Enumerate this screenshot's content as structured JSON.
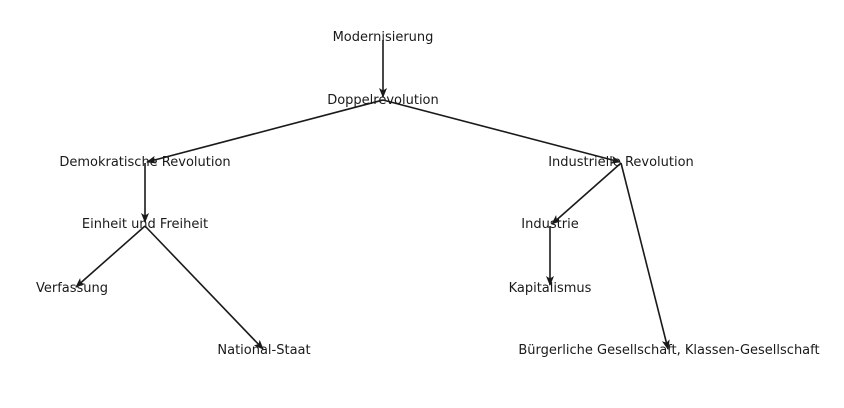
{
  "nodes": [
    {
      "id": "modernisierung",
      "label": "Modernisierung"
    },
    {
      "id": "doppelrevolution",
      "label": "Doppelrevolution"
    },
    {
      "id": "demokratische",
      "label": "Demokratische Revolution"
    },
    {
      "id": "industrielle",
      "label": "Industrielle Revolution"
    },
    {
      "id": "einheit",
      "label": "Einheit und Freiheit"
    },
    {
      "id": "industrie",
      "label": "Industrie"
    },
    {
      "id": "verfassung",
      "label": "Verfassung"
    },
    {
      "id": "kapitalismus",
      "label": "Kapitalismus"
    },
    {
      "id": "nationalstaat",
      "label": "National-Staat"
    },
    {
      "id": "buergerliche",
      "label": "Bürgerliche Gesellschaft, Klassen-Gesellschaft"
    }
  ],
  "edges": [
    {
      "from": "modernisierung",
      "to": "doppelrevolution"
    },
    {
      "from": "doppelrevolution",
      "to": "demokratische"
    },
    {
      "from": "doppelrevolution",
      "to": "industrielle"
    },
    {
      "from": "demokratische",
      "to": "einheit"
    },
    {
      "from": "einheit",
      "to": "verfassung"
    },
    {
      "from": "einheit",
      "to": "nationalstaat"
    },
    {
      "from": "industrielle",
      "to": "industrie"
    },
    {
      "from": "industrielle",
      "to": "buergerliche"
    },
    {
      "from": "industrie",
      "to": "kapitalismus"
    }
  ]
}
